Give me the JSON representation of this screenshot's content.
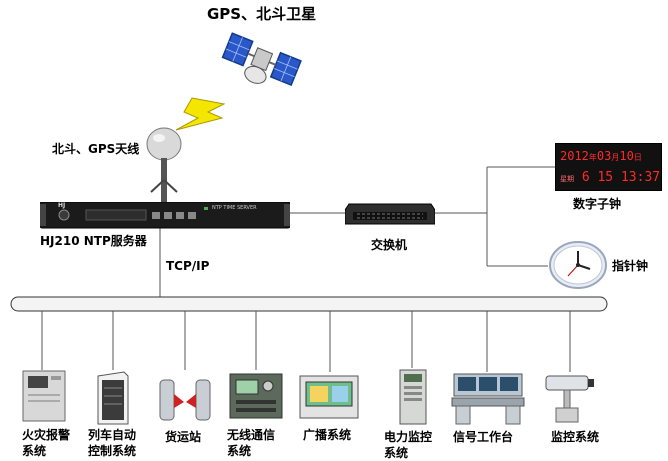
{
  "satellite": {
    "label": "GPS、北斗卫星"
  },
  "antenna": {
    "label": "北斗、GPS天线"
  },
  "ntp_server": {
    "label": "HJ210 NTP服务器",
    "panel_text": "NTP TIME SERVER",
    "brand": "HJ"
  },
  "network": {
    "protocol_label": "TCP/IP"
  },
  "switch": {
    "label": "交换机"
  },
  "digital_clock": {
    "label": "数字子钟",
    "date_year": "2012",
    "date_unit_year": "年",
    "date_month": "03",
    "date_unit_month": "月",
    "date_day": "10",
    "date_unit_day": "日",
    "weekday_tag": "星期",
    "weekday_value": "6",
    "time_value": "15 13:37"
  },
  "analog_clock": {
    "label": "指针钟"
  },
  "subsystems": [
    {
      "label": "火灾报警\n系统"
    },
    {
      "label": "列车自动\n控制系统"
    },
    {
      "label": "货运站"
    },
    {
      "label": "无线通信\n系统"
    },
    {
      "label": "广播系统"
    },
    {
      "label": "电力监控\n系统"
    },
    {
      "label": "信号工作台"
    },
    {
      "label": "监控系统"
    }
  ]
}
